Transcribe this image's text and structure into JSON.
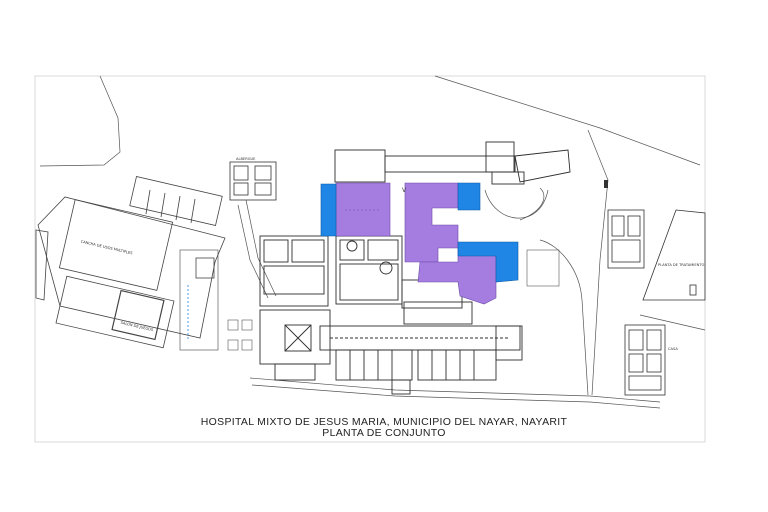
{
  "drawing": {
    "title_line1": "HOSPITAL MIXTO DE JESUS MARIA, MUNICIPIO DEL NAYAR, NAYARIT",
    "title_line2": "PLANTA DE CONJUNTO"
  },
  "labels": {
    "canchas": "CANCHA DE USOS MULTIPLES",
    "salon": "SALON DE JUEGOS",
    "albergue": "ALBERGUE",
    "planta_tratamiento": "PLANTA DE TRATAMIENTO",
    "casa": "CASA"
  },
  "colors": {
    "zone_purple": "#a57de0",
    "zone_blue": "#1f86e6",
    "line": "#3a3a3a",
    "border": "#cfcfcf"
  }
}
